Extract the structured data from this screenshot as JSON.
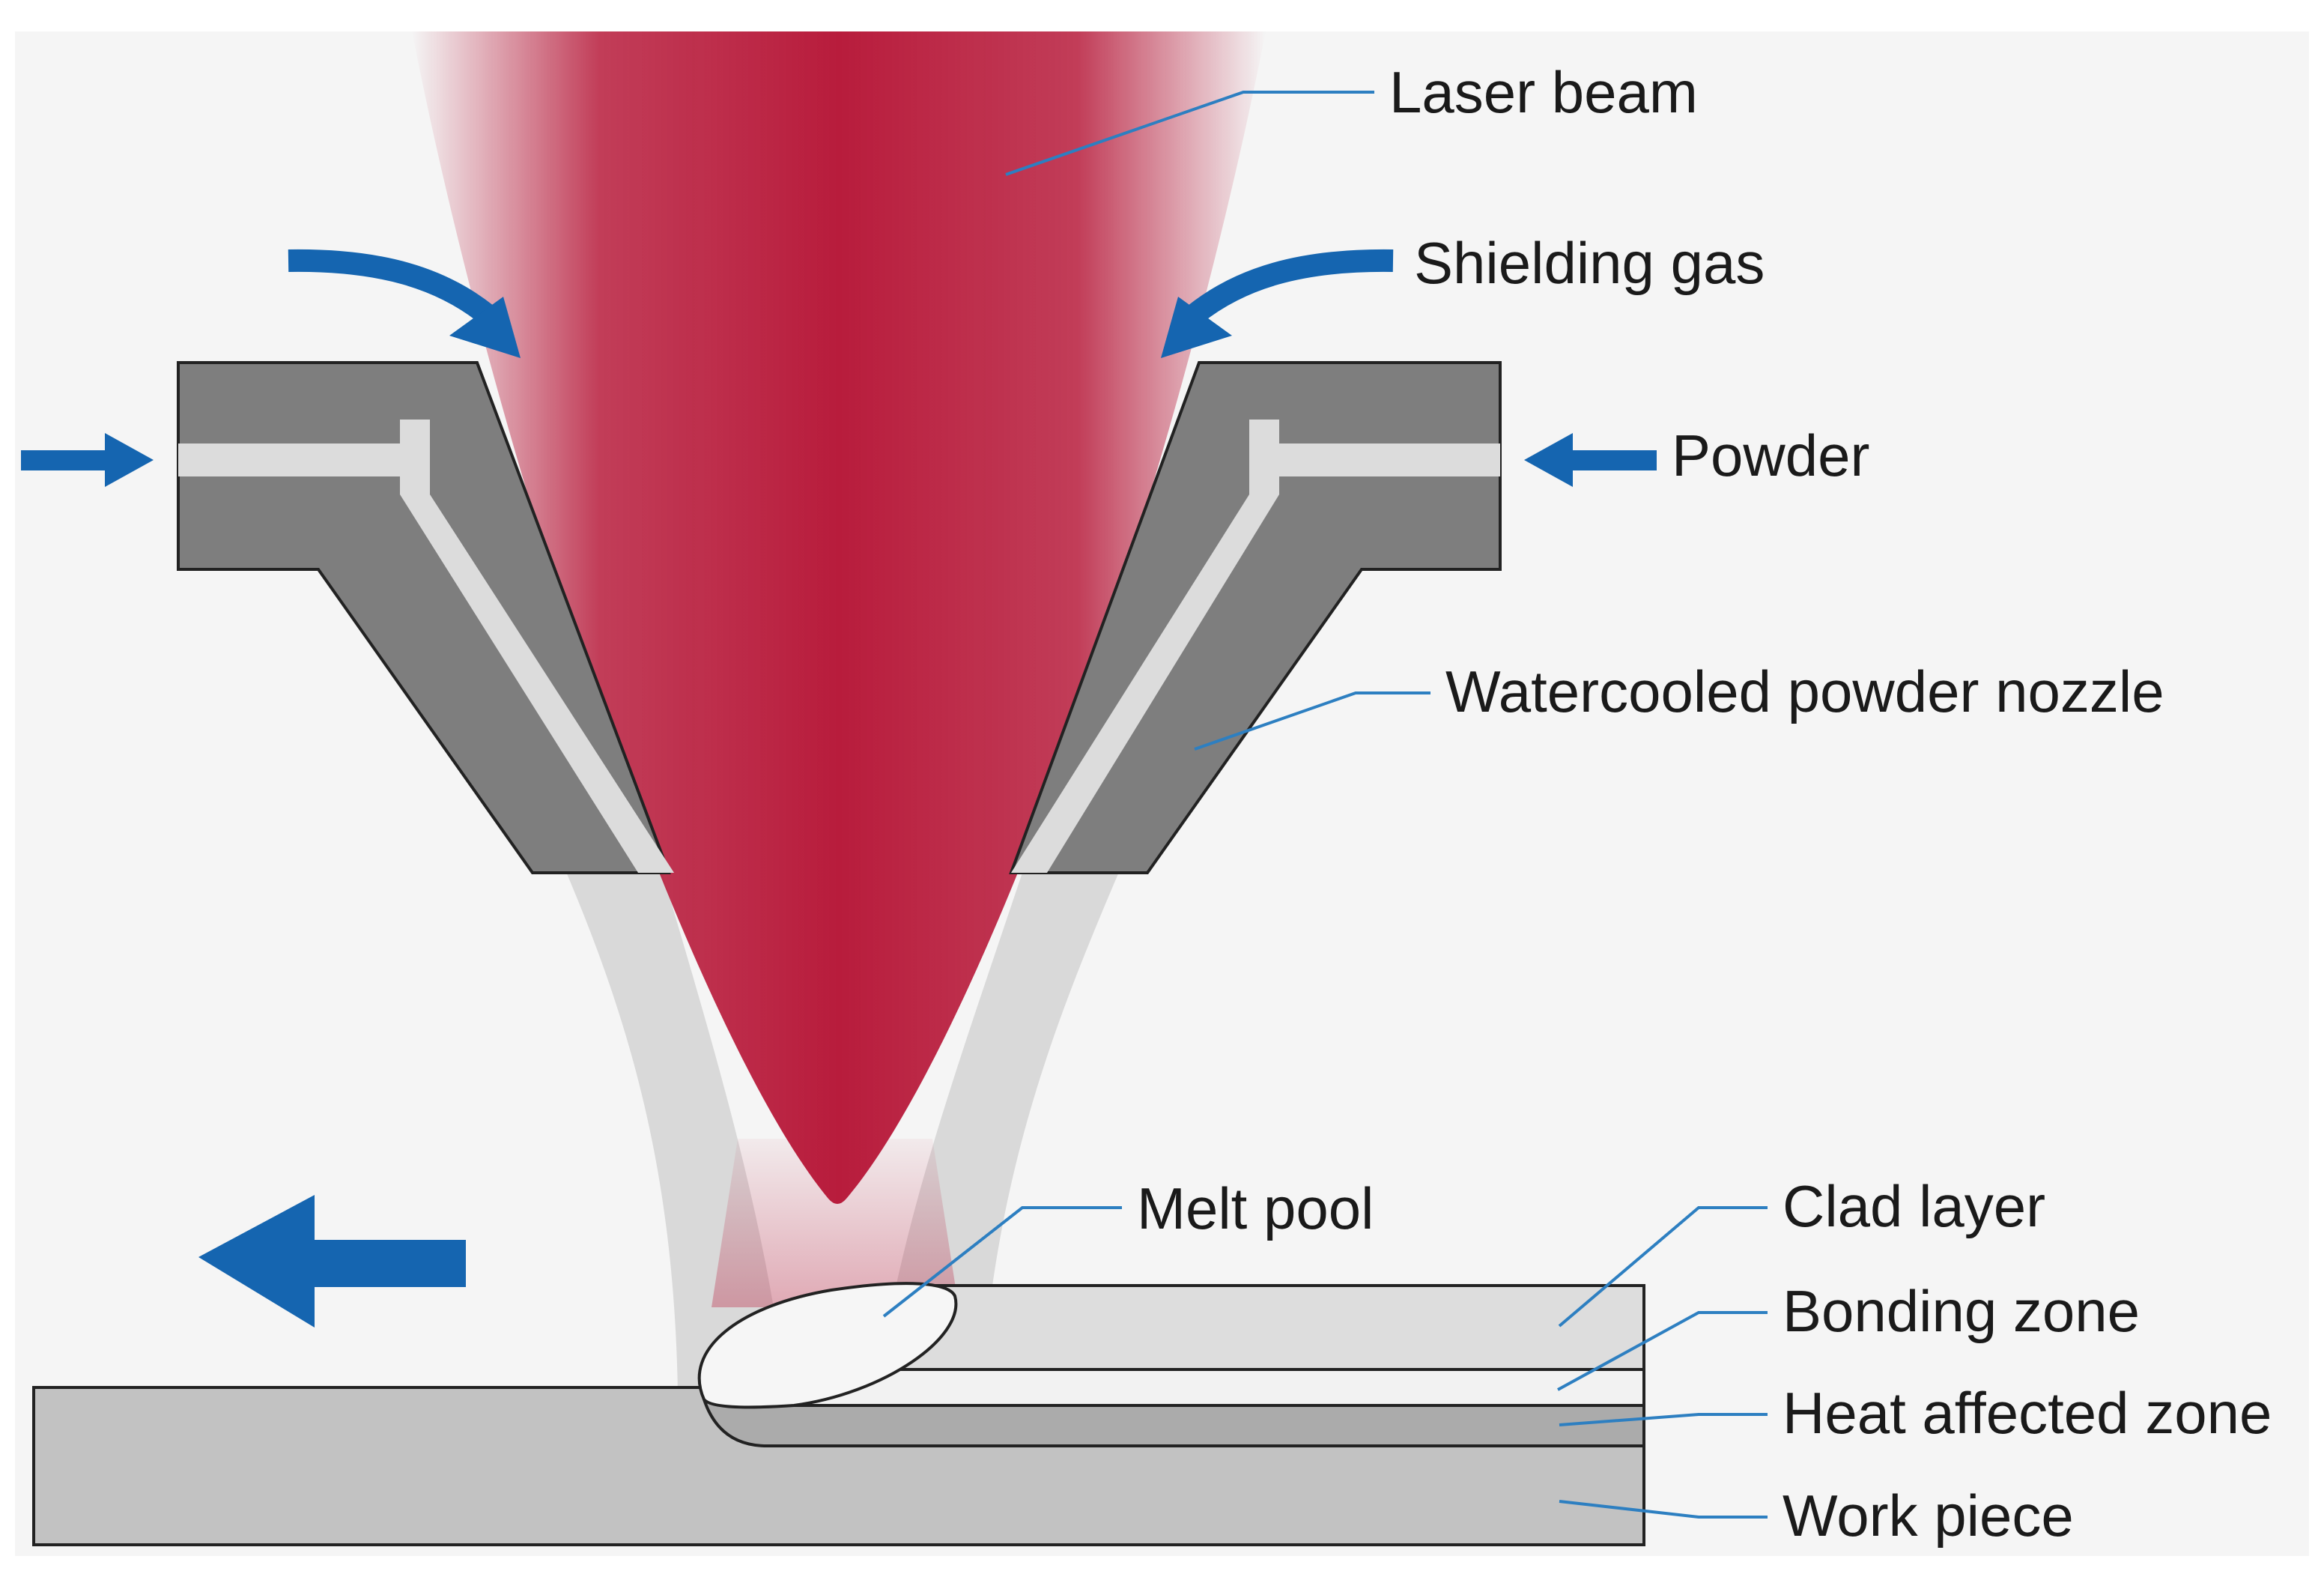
{
  "labels": {
    "laser_beam": "Laser beam",
    "shielding_gas": "Shielding gas",
    "powder": "Powder",
    "nozzle": "Watercooled powder nozzle",
    "melt_pool": "Melt pool",
    "clad_layer": "Clad layer",
    "bonding_zone": "Bonding zone",
    "heat_affected_zone": "Heat affected zone",
    "work_piece": "Work piece"
  },
  "colors": {
    "background": "#f5f5f5",
    "laser": "#b81c3c",
    "nozzle": "#7e7e7e",
    "channel": "#dcdcdc",
    "powder_stream": "#d9d9d9",
    "arrow": "#1565b0",
    "leader": "#2d7fc1",
    "clad": "#dddddd",
    "bonding": "#f2f2f2",
    "haz": "#ababab",
    "workpiece": "#c2c2c2",
    "outline": "#222222"
  }
}
